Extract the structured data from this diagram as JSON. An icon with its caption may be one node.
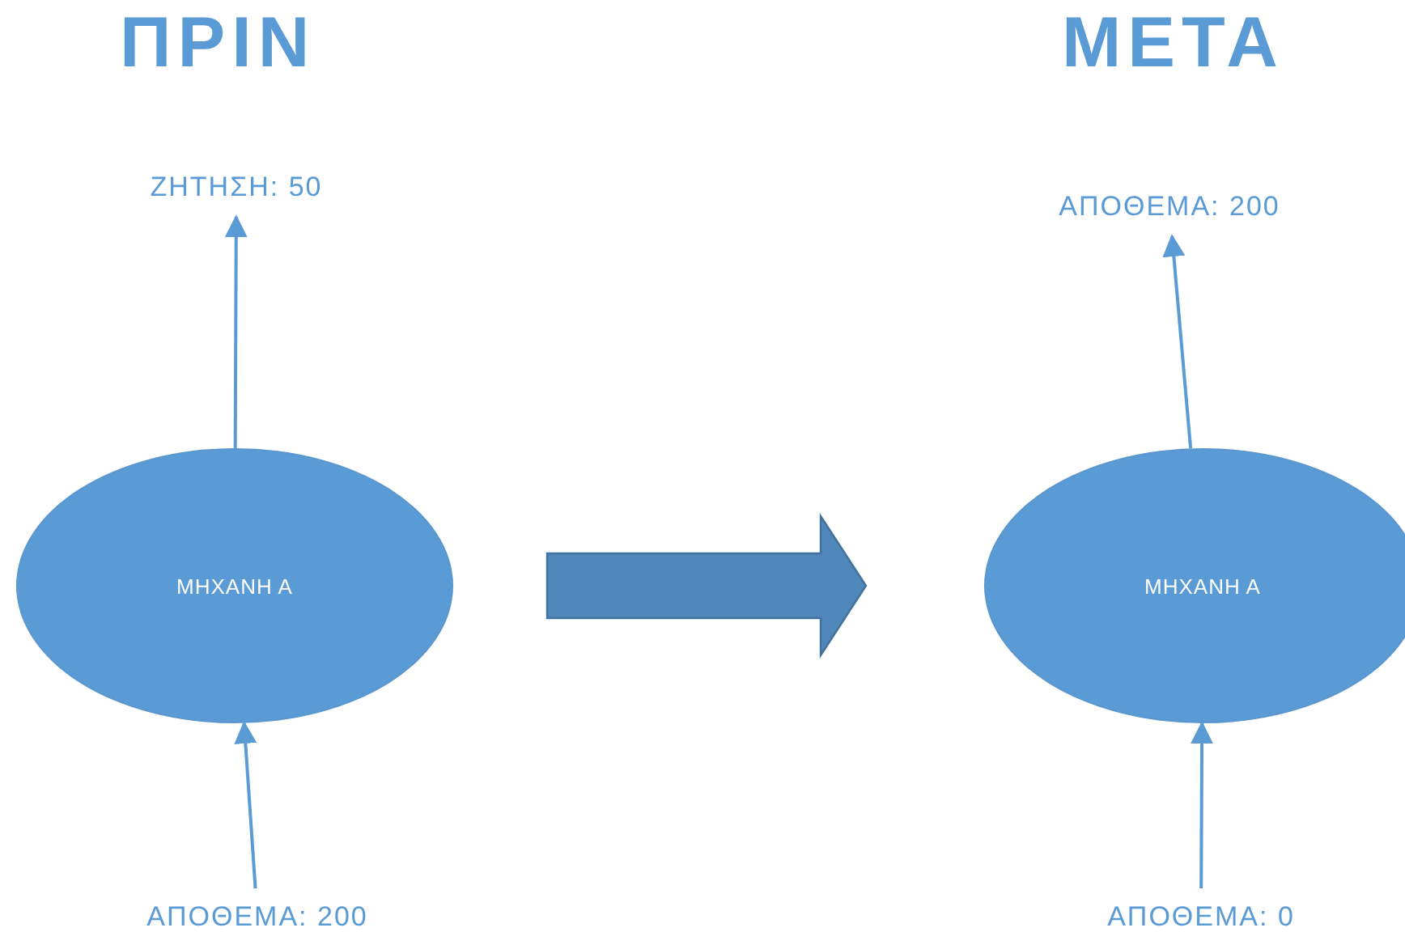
{
  "diagram": {
    "nodes": [
      {
        "text": [
          "ΖΗΤΗΣΗ: 50"
        ]
      },
      {
        "text": [
          "ΜΗΧΑΝΗ Α"
        ]
      },
      {
        "text": [
          "ΑΠΟΘΕΜΑ: 200"
        ]
      },
      {
        "text": [
          "ΑΠΟΘΕΜΑ: 200"
        ]
      },
      {
        "text": [
          "ΜΗΧΑΝΗ Α"
        ]
      },
      {
        "text": [
          "ΑΠΟΘΕΜΑ: 0"
        ]
      }
    ],
    "edges": [
      {
        "from": 2,
        "to": 1,
        "arrow": "to"
      },
      {
        "from": 1,
        "to": 0,
        "arrow": "to"
      },
      {
        "from": 5,
        "to": 4,
        "arrow": "to"
      },
      {
        "from": 4,
        "to": 3,
        "arrow": "to"
      },
      {
        "from": 1,
        "to": 4,
        "arrow": "to",
        "style": "thick"
      }
    ],
    "labels": [
      "ΠΡΙΝ",
      "ΜΕΤΑ"
    ]
  }
}
